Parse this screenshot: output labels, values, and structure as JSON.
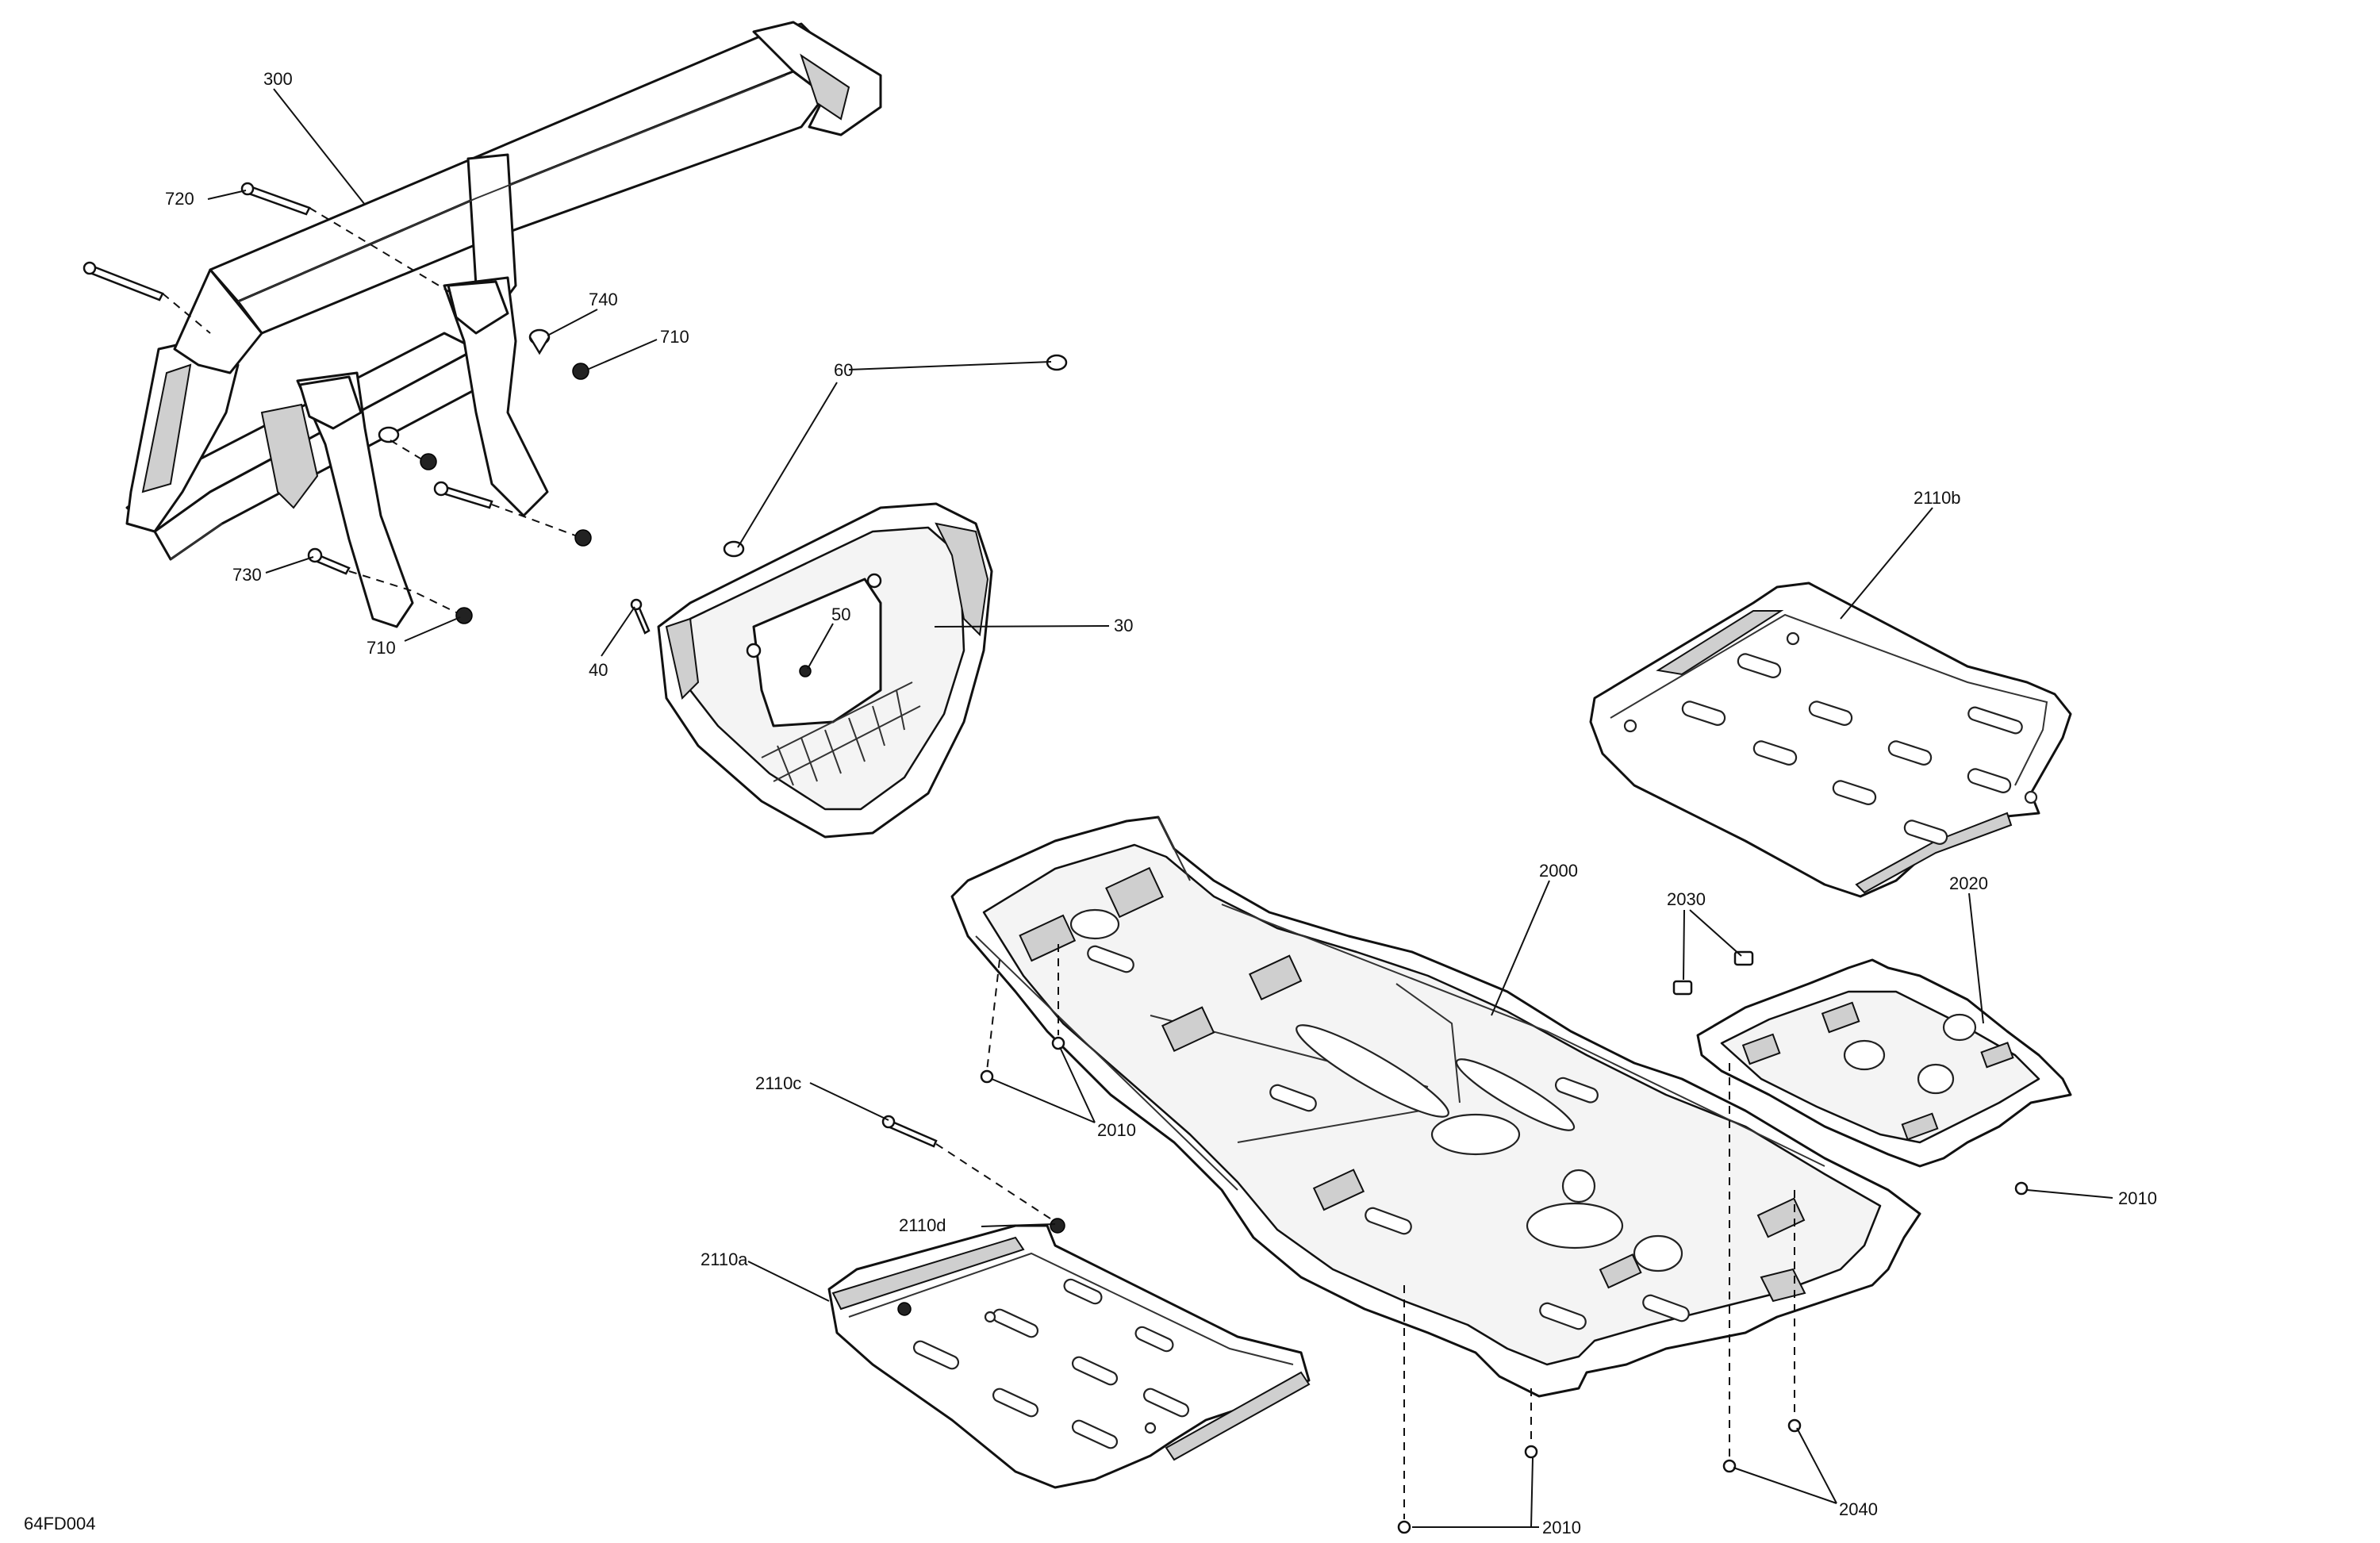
{
  "diagram_code": "64FD004",
  "labels": {
    "l300": "300",
    "l720": "720",
    "l740": "740",
    "l710a": "710",
    "l730": "730",
    "l710b": "710",
    "l60": "60",
    "l50": "50",
    "l30": "30",
    "l40": "40",
    "l2110b": "2110b",
    "l2000": "2000",
    "l2030": "2030",
    "l2020": "2020",
    "l2110c": "2110c",
    "l2010a": "2010",
    "l2110d": "2110d",
    "l2010b": "2010",
    "l2110a": "2110a",
    "l2040": "2040",
    "l2010c": "2010"
  }
}
